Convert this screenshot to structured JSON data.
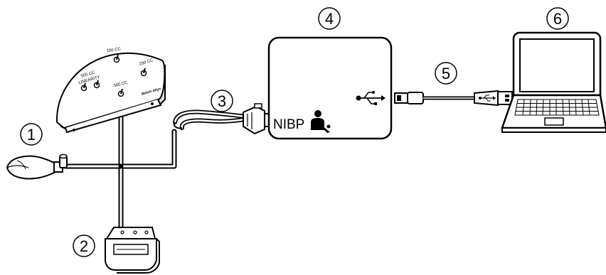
{
  "callouts": [
    {
      "id": "1",
      "label": "1"
    },
    {
      "id": "2",
      "label": "2"
    },
    {
      "id": "3",
      "label": "3"
    },
    {
      "id": "4",
      "label": "4"
    },
    {
      "id": "5",
      "label": "5"
    },
    {
      "id": "6",
      "label": "6"
    }
  ],
  "simulator": {
    "label_100": "100  CC",
    "label_250": "250 CC",
    "label_500": "500  CC",
    "label_linearity": "LINEARITY",
    "label_300": "300  CC",
    "brand": "Welch Allyn"
  },
  "module": {
    "nibp_label": "NIBP"
  },
  "icons": {
    "usb_symbol": "usb-icon",
    "patient_symbol": "patient-icon"
  }
}
